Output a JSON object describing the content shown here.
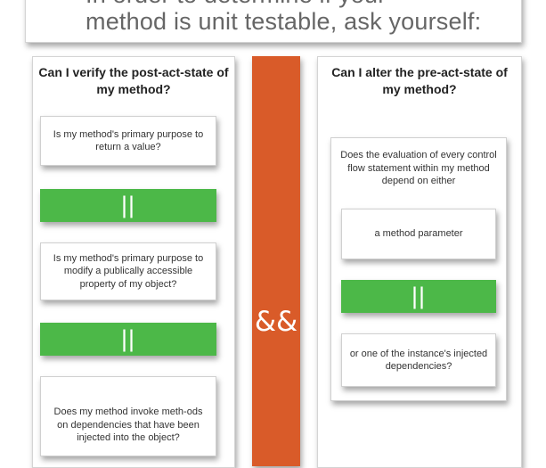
{
  "header": {
    "line1": "In order to determine if your",
    "line2": "method is unit testable, ask yourself:"
  },
  "left": {
    "title": "Can I verify the post-act-state of my method?",
    "card1": "Is my method's primary purpose to return a value?",
    "or1": "||",
    "card2": "Is my method's primary purpose to modify a publically accessible property of my object?",
    "or2": "||",
    "card3": "Does my method invoke meth-ods on dependencies that have been injected into the object?"
  },
  "and_label": "&&",
  "right": {
    "title": "Can I alter the pre-act-state of my method?",
    "question": "Does the evaluation of every control flow statement within my method depend on either",
    "option1": "a method parameter",
    "or": "||",
    "option2": "or one of the instance's injected dependencies?"
  },
  "colors": {
    "or_green": "#4cb848",
    "and_orange": "#d95b29"
  }
}
